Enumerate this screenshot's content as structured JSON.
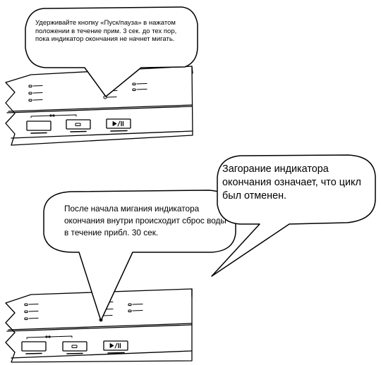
{
  "callouts": {
    "hold_instruction": "Удерживайте кнопку «Пуск/пауза» в нажатом положении в течение прим. 3 сек. до тех пор, пока индикатор окончания не начнет мигать.",
    "drain_info": "После начала мигания индикатора окончания внутри происходит сброс воды в течение прибл. 30 сек.",
    "cancel_info": "Загорание индикатора окончания означает, что цикл был отменен."
  },
  "panel": {
    "buttons": [
      {
        "icon": "blank-button-icon"
      },
      {
        "icon": "square-button-icon"
      },
      {
        "icon": "play-pause-icon"
      }
    ]
  },
  "colors": {
    "line": "#000000",
    "background": "#ffffff"
  }
}
